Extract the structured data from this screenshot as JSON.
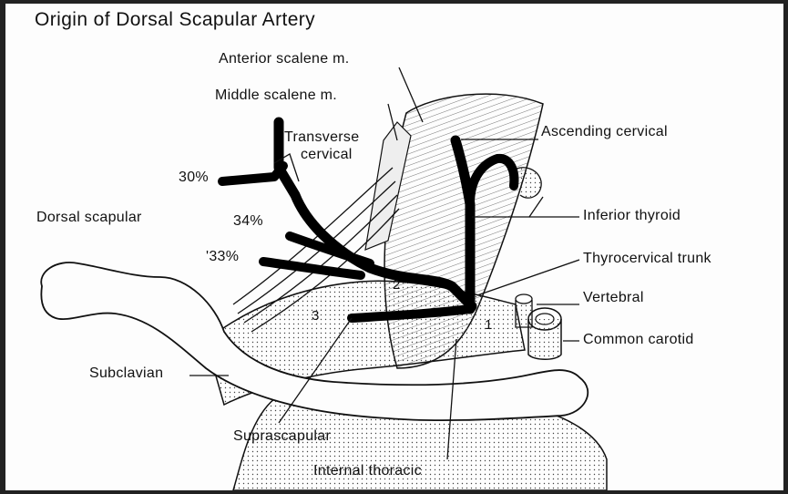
{
  "title": "Origin of Dorsal Scapular Artery",
  "labels": {
    "anterior_scalene": "Anterior scalene m.",
    "middle_scalene": "Middle scalene m.",
    "transverse_cervical_1": "Transverse",
    "transverse_cervical_2": "cervical",
    "ascending_cervical": "Ascending cervical",
    "inferior_thyroid": "Inferior thyroid",
    "dorsal_scapular": "Dorsal scapular",
    "thyrocervical_trunk": "Thyrocervical trunk",
    "vertebral": "Vertebral",
    "common_carotid": "Common carotid",
    "subclavian": "Subclavian",
    "suprascapular": "Suprascapular",
    "internal_thoracic": "Internal thoracic"
  },
  "percentages": {
    "p30": "30%",
    "p34": "34%",
    "p33": "'33%"
  },
  "segments": {
    "s1": "1",
    "s2": "2",
    "s3": "3"
  },
  "colors": {
    "artery": "#000000",
    "outline": "#111111",
    "background": "#fdfdfd",
    "frame": "#222222"
  }
}
